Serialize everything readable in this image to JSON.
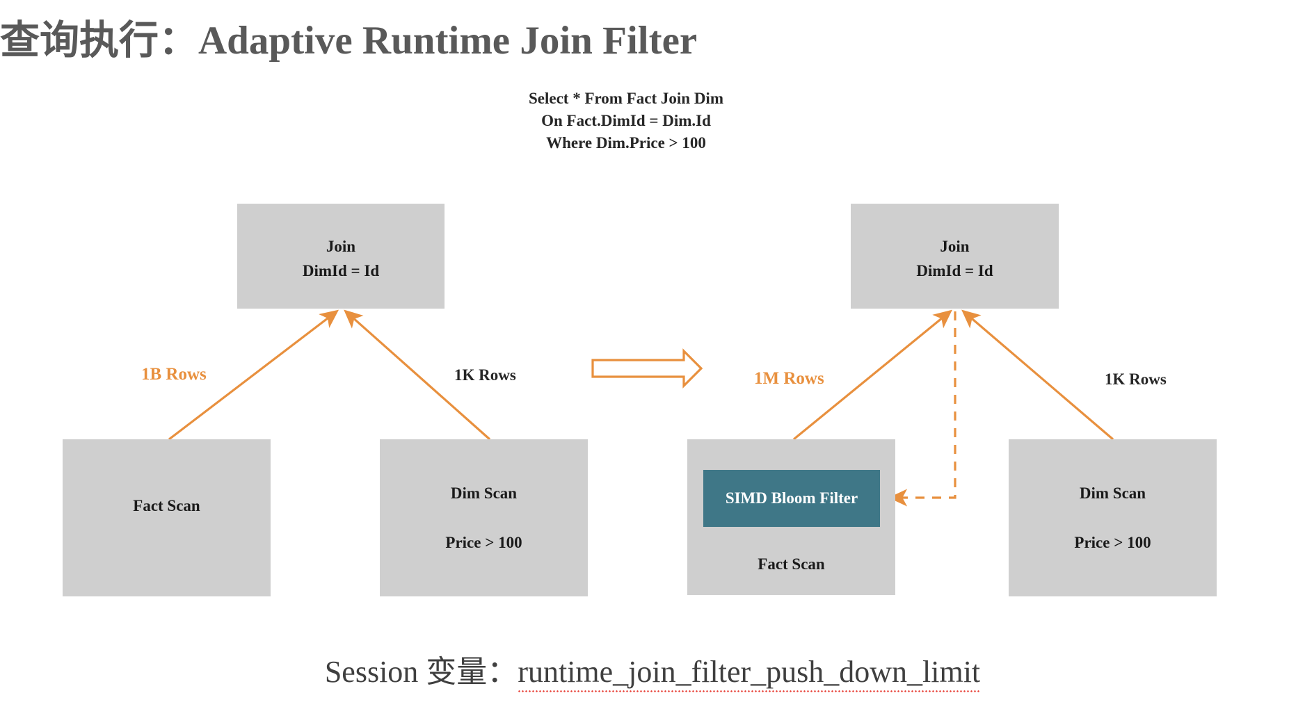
{
  "slide": {
    "title": "查询执行：Adaptive Runtime Join Filter",
    "background_color": "#ffffff"
  },
  "colors": {
    "accent_orange": "#E8903E",
    "box_gray": "#cfcfcf",
    "bloom_teal": "#3F7787",
    "title_gray": "#595959",
    "text_dark": "#262626",
    "spellcheck_red": "#e8453c"
  },
  "sql": {
    "line1": "Select * From Fact Join Dim",
    "line2": "On Fact.DimId = Dim.Id",
    "line3": "Where Dim.Price > 100"
  },
  "plan_before": {
    "join": {
      "line1": "Join",
      "line2": "DimId = Id"
    },
    "fact_scan": {
      "label": "Fact Scan"
    },
    "dim_scan": {
      "label": "Dim Scan",
      "predicate": "Price > 100"
    },
    "edge_fact_label": "1B Rows",
    "edge_dim_label": "1K Rows"
  },
  "plan_after": {
    "join": {
      "line1": "Join",
      "line2": "DimId = Id"
    },
    "fact_scan": {
      "label": "Fact Scan"
    },
    "bloom_filter": {
      "label": "SIMD Bloom Filter"
    },
    "dim_scan": {
      "label": "Dim Scan",
      "predicate": "Price > 100"
    },
    "edge_fact_label": "1M Rows",
    "edge_dim_label": "1K Rows"
  },
  "transition": {
    "icon": "right-block-arrow-icon"
  },
  "footer": {
    "prefix": "Session 变量：",
    "variable": "runtime_join_filter_push_down_limit"
  }
}
